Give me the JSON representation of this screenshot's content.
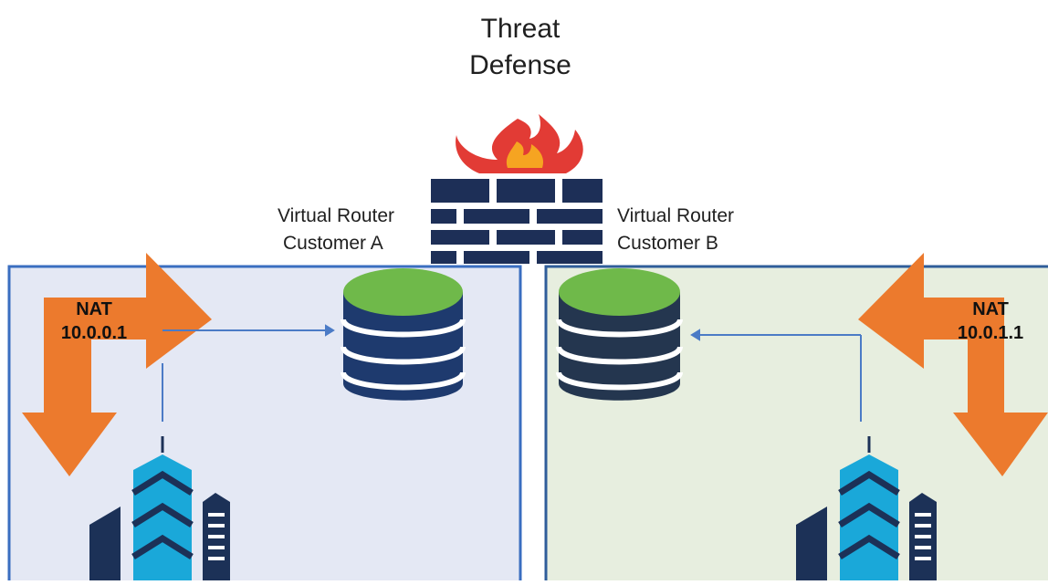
{
  "title": {
    "line1": "Threat",
    "line2": "Defense"
  },
  "customer_a": {
    "router_line1": "Virtual Router",
    "router_line2": "Customer A",
    "nat_label": "NAT",
    "nat_ip": "10.0.0.1",
    "zone_fill": "#e4e8f4",
    "zone_border": "#3a6ec0"
  },
  "customer_b": {
    "router_line1": "Virtual Router",
    "router_line2": "Customer B",
    "nat_label": "NAT",
    "nat_ip": "10.0.1.1",
    "zone_fill": "#e7eedf",
    "zone_border": "#2f5d9a"
  },
  "colors": {
    "firewall_brick": "#1d2f57",
    "flame_outer": "#e23b35",
    "flame_inner": "#f6a421",
    "database_top": "#6fb94a",
    "database_body": "#1e3a6e",
    "nat_arrow": "#ec7a2d",
    "connector_line": "#4b7bc6",
    "building_dark": "#1c3157",
    "building_accent": "#1aa8d9"
  },
  "icons": [
    "flame-icon",
    "firewall-icon",
    "database-icon",
    "building-icon",
    "nat-arrow-icon"
  ]
}
